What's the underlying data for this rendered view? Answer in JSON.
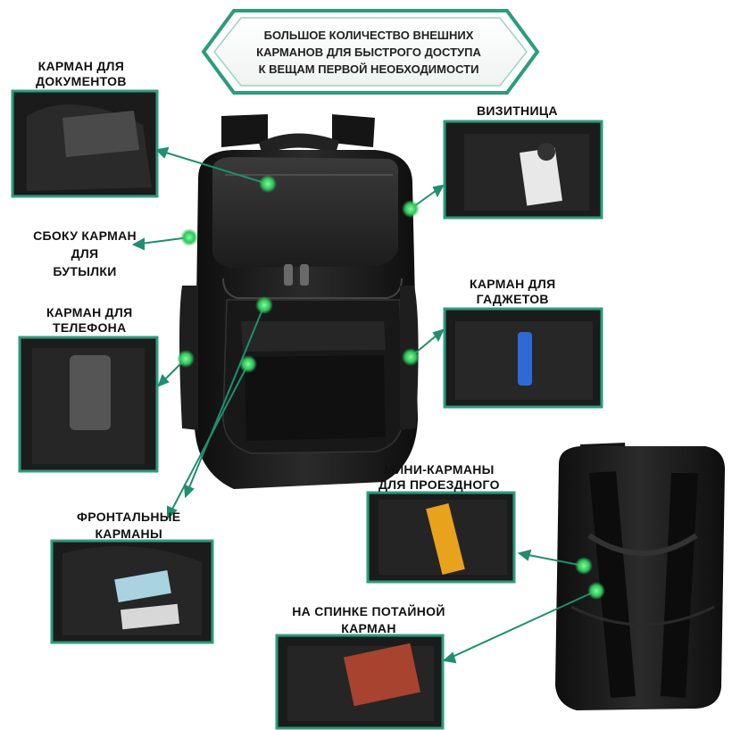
{
  "banner": {
    "lines": [
      "БОЛЬШОЕ КОЛИЧЕСТВО ВНЕШНИХ",
      "КАРМАНОВ ДЛЯ БЫСТРОГО ДОСТУПА",
      "К ВЕЩАМ ПЕРВОЙ НЕОБХОДИМОСТИ"
    ]
  },
  "labels": {
    "documents": [
      "КАРМАН ДЛЯ",
      "ДОКУМЕНТОВ"
    ],
    "business_card": [
      "ВИЗИТНИЦА"
    ],
    "bottle": [
      "СБОКУ КАРМАН",
      "ДЛЯ",
      "БУТЫЛКИ"
    ],
    "gadgets": [
      "КАРМАН ДЛЯ",
      "ГАДЖЕТОВ"
    ],
    "phone": [
      "КАРМАН ДЛЯ",
      "ТЕЛЕФОНА"
    ],
    "transit": [
      "МИНИ-КАРМАНЫ",
      "ДЛЯ ПРОЕЗДНОГО"
    ],
    "front": [
      "ФРОНТАЛЬНЫЕ",
      "КАРМАНЫ"
    ],
    "hidden": [
      "НА СПИНКЕ ПОТАЙНОЙ",
      "КАРМАН"
    ]
  },
  "colors": {
    "accent": "#1f8f6f",
    "marker": "#2ec45a",
    "frame": "#2a9d7c",
    "bag": "#1a1a1a"
  },
  "icons": {
    "marker": "green-dot-icon"
  }
}
